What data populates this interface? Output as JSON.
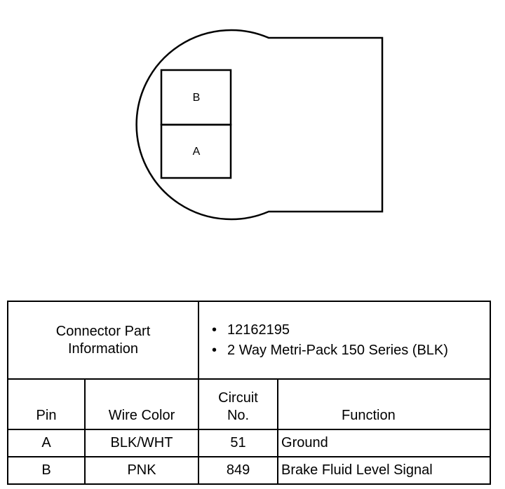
{
  "connector": {
    "pins": [
      "B",
      "A"
    ]
  },
  "table": {
    "part_info_label": [
      "Connector Part",
      "Information"
    ],
    "part_info_items": [
      "12162195",
      "2 Way Metri-Pack 150 Series (BLK)"
    ],
    "headers": {
      "pin": "Pin",
      "wire_color": "Wire Color",
      "circuit": [
        "Circuit",
        "No."
      ],
      "function": "Function"
    },
    "rows": [
      {
        "pin": "A",
        "wire_color": "BLK/WHT",
        "circuit": "51",
        "function": "Ground"
      },
      {
        "pin": "B",
        "wire_color": "PNK",
        "circuit": "849",
        "function": "Brake Fluid Level Signal"
      }
    ]
  }
}
